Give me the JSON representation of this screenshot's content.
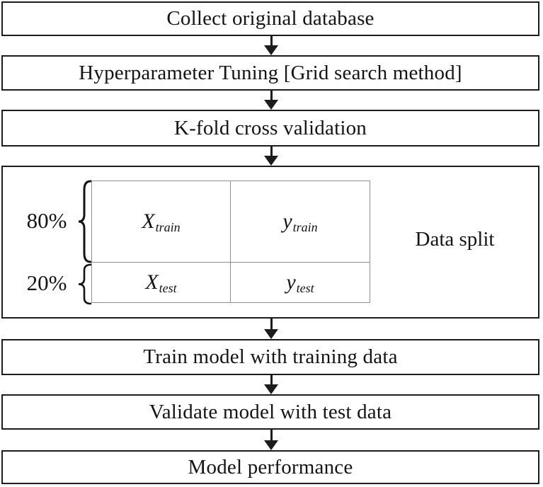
{
  "diagram": {
    "steps": [
      {
        "label": "Collect original database"
      },
      {
        "label": "Hyperparameter Tuning [Grid search method]"
      },
      {
        "label": "K-fold cross validation"
      },
      {
        "label": "Data split"
      },
      {
        "label": "Train model with training data"
      },
      {
        "label": "Validate model with test data"
      },
      {
        "label": "Model performance"
      }
    ],
    "data_split": {
      "train_percent": "80%",
      "test_percent": "20%",
      "table": {
        "rows": [
          [
            {
              "base": "X",
              "sub": "train"
            },
            {
              "base": "y",
              "sub": "train"
            }
          ],
          [
            {
              "base": "X",
              "sub": "test"
            },
            {
              "base": "y",
              "sub": "test"
            }
          ]
        ]
      }
    },
    "icons": {
      "flow_arrow": "solid down-arrow (css triangle)",
      "split_brace": "left curly brace { (svg stroke)"
    },
    "colors": {
      "background": "#ffffff",
      "box_border": "#1c1c1c",
      "table_border": "#909090",
      "text": "#141414"
    }
  }
}
